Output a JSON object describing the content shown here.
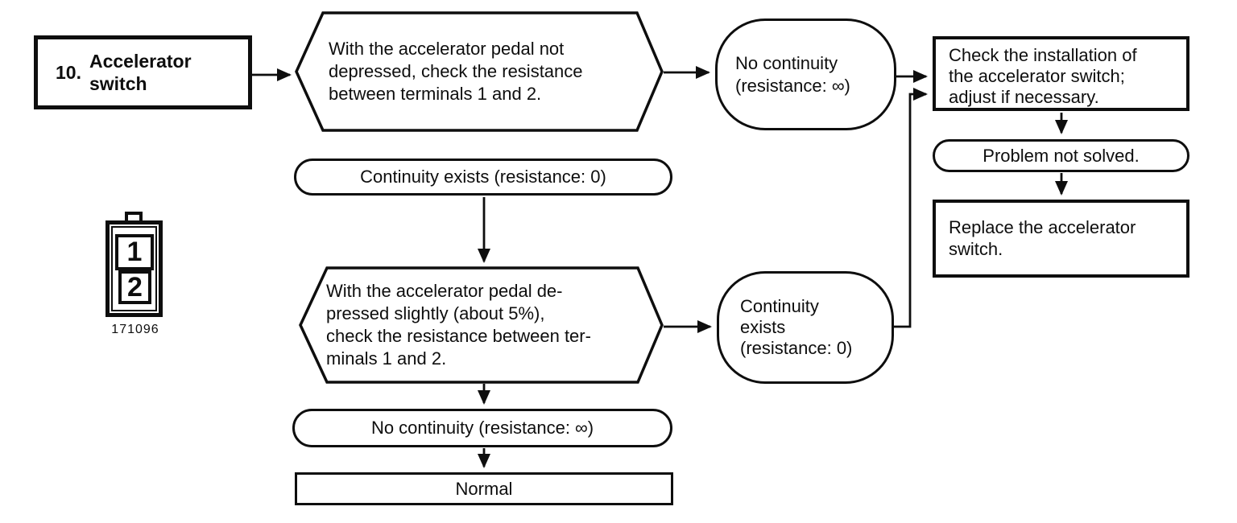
{
  "page": {
    "background": "#ffffff",
    "ink": "#0e0e0e"
  },
  "flowchart": {
    "start": {
      "number": "10.",
      "label": "Accelerator\nswitch"
    },
    "step1": {
      "text": "With the accelerator pedal not\ndepressed, check the resistance\nbetween terminals 1 and 2."
    },
    "step1_no": {
      "text": "No continuity\n(resistance: ∞)"
    },
    "step1_yes": {
      "text": "Continuity exists (resistance: 0)"
    },
    "step2": {
      "text": "With the accelerator pedal de-\npressed slightly (about 5%),\ncheck the resistance between ter-\nminals 1 and 2."
    },
    "step2_yes": {
      "text": "Continuity\nexists\n(resistance: 0)"
    },
    "step2_no": {
      "text": "No continuity (resistance: ∞)"
    },
    "action_check": {
      "text": "Check the installation of\nthe accelerator switch;\nadjust if necessary."
    },
    "problem_not_solved": {
      "text": "Problem not solved."
    },
    "action_replace": {
      "text": "Replace the accelerator\nswitch."
    },
    "normal": {
      "text": "Normal"
    }
  },
  "connector_figure": {
    "terminal1": "1",
    "terminal2": "2",
    "figure_number": "171096"
  }
}
